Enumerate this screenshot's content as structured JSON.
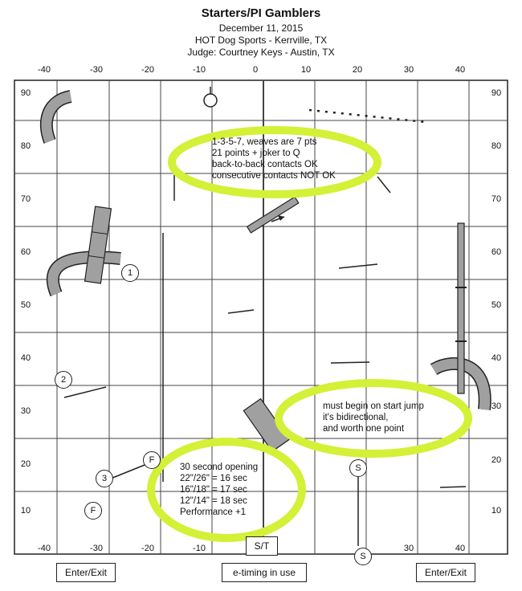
{
  "header": {
    "title": "Starters/PI Gamblers",
    "date": "December 11, 2015",
    "venue": "HOT Dog Sports - Kerrville, TX",
    "judge": "Judge: Courtney Keys - Austin, TX"
  },
  "grid": {
    "x_ticks": [
      "-40",
      "-30",
      "-20",
      "-10",
      "0",
      "10",
      "20",
      "30",
      "40"
    ],
    "y_ticks": [
      "90",
      "80",
      "70",
      "60",
      "50",
      "40",
      "30",
      "20",
      "10"
    ]
  },
  "notes": {
    "rules": [
      "1-3-5-7, weaves are 7 pts",
      "21 points + joker to Q",
      "back-to-back contacts OK",
      "consecutive contacts NOT OK"
    ],
    "start": [
      "must begin on start jump",
      "it's bidirectional,",
      "and worth one point"
    ],
    "timing": [
      "30 second opening",
      "22\"/26\" = 16 sec",
      "16\"/18\" = 17 sec",
      "12\"/14\" = 18 sec",
      "Performance +1"
    ]
  },
  "markers": {
    "one": "1",
    "two": "2",
    "three": "3",
    "f_top": "F",
    "f_bottom": "F",
    "s_top": "S",
    "s_bottom": "S"
  },
  "labels": {
    "start_finish": "S/T",
    "enter_exit_left": "Enter/Exit",
    "e_timing": "e-timing in use",
    "enter_exit_right": "Enter/Exit"
  },
  "colors": {
    "highlight": "#d4f037",
    "equipment_fill": "#a0a0a0"
  }
}
